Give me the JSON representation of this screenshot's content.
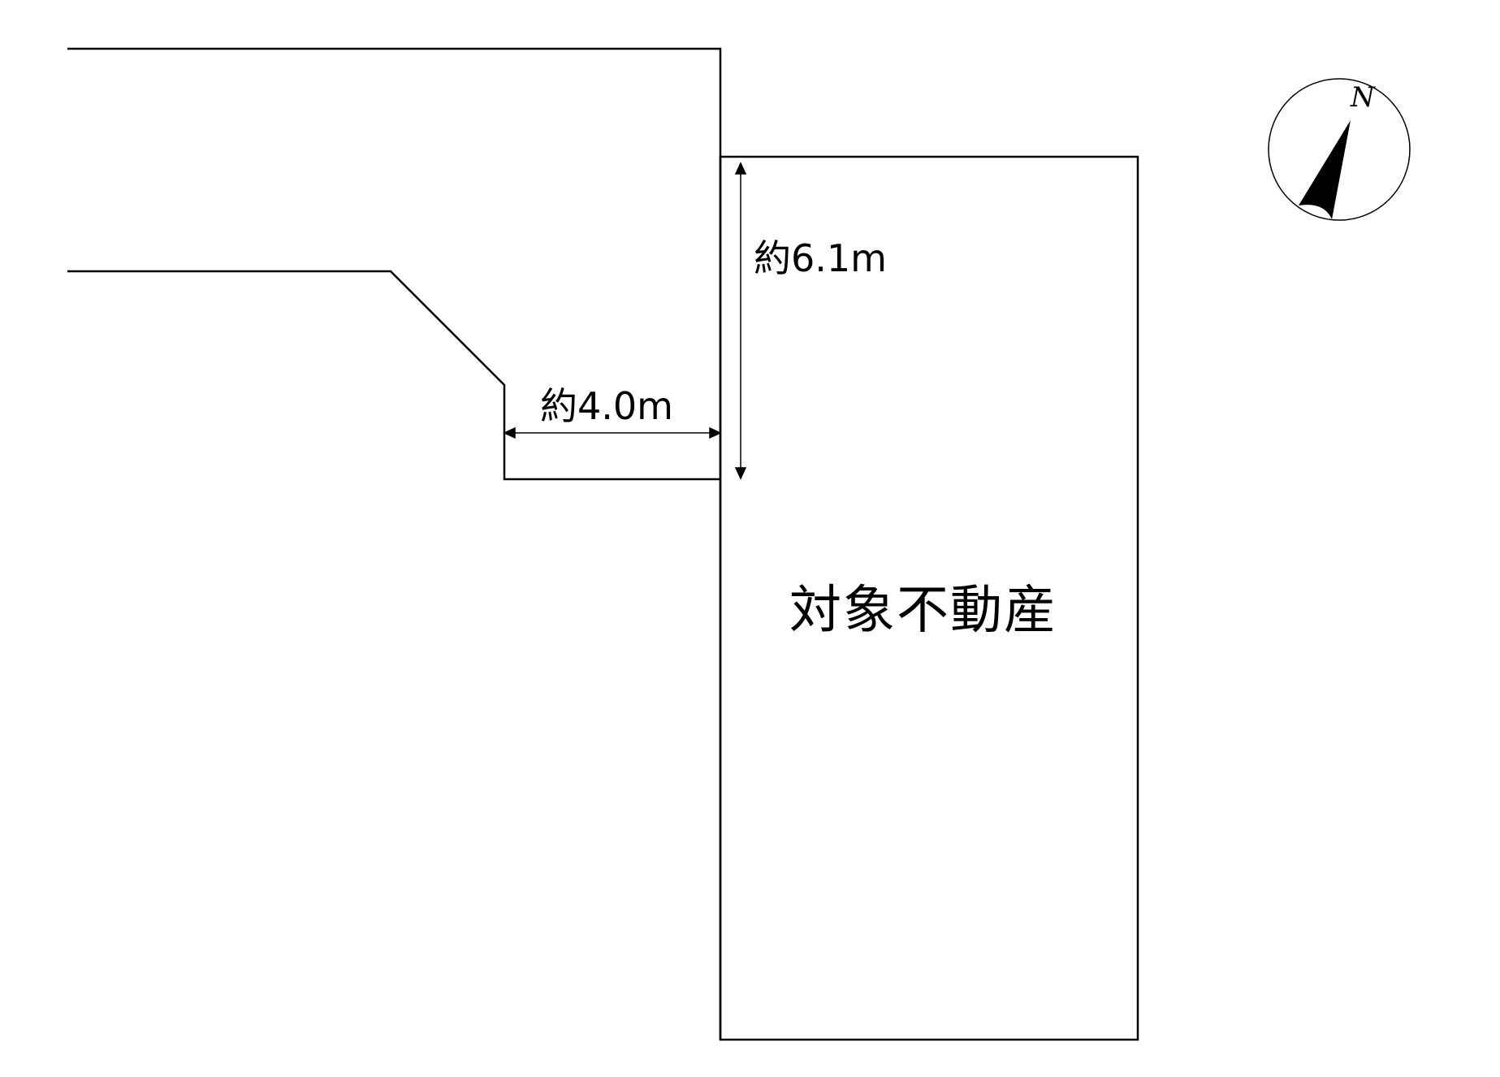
{
  "labels": {
    "width_dimension": "約4.0m",
    "depth_dimension": "約6.1m",
    "property": "対象不動産",
    "north": "N"
  },
  "colors": {
    "line": "#000000",
    "background": "#ffffff"
  }
}
